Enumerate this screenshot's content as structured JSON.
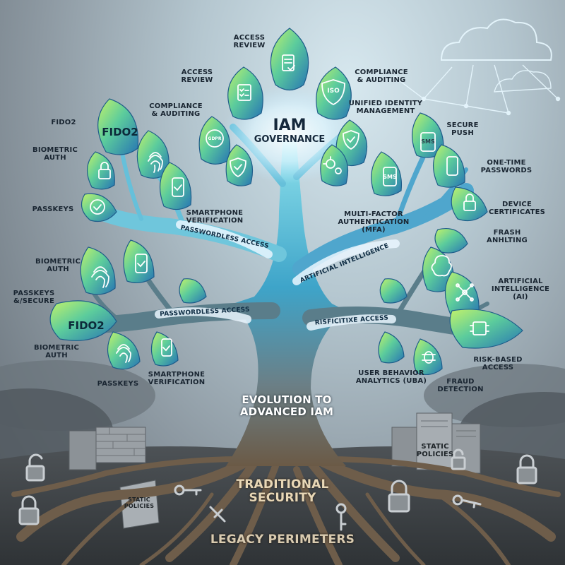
{
  "center": {
    "title": "IAM",
    "subtitle": "GOVERNANCE",
    "gdpr_badge": "GDPR",
    "iso_badge": "ISO"
  },
  "trunk_label": "EVOLUTION TO\nADVANCED IAM",
  "root_labels": {
    "traditional": "TRADITIONAL\nSECURITY",
    "legacy": "LEGACY PERIMETERS"
  },
  "branch_banners": {
    "passwordless_upper": "PASSWORDLESS ACCESS",
    "passwordless_lower": "PASSWORDLESS ACCESS",
    "ai": "ARTIFICIAL INTELLIGENCE",
    "risk": "RISFICITIXE ACCESS"
  },
  "leaf_text": {
    "fido_upper": "FIDO2",
    "fido_lower": "FIDO2",
    "sms_a": "SMS",
    "sms_b": "SMS"
  },
  "labels": {
    "access_review_top": "ACCESS\nREVIEW",
    "access_review_left": "ACCESS\nREVIEW",
    "compliance_right": "COMPLIANCE\n& AUDITING",
    "compliance_left": "COMPLIANCE\n& AUDITING",
    "unified_identity": "UNIFIED IDENTITY\nMANAGEMENT",
    "fido2": "FIDO2",
    "biometric_upper": "BIOMETRIC\nAUTH",
    "passkeys_upper": "PASSKEYS",
    "smartphone_upper": "SMARTPHONE\nVERIFICATION",
    "secure_push": "SECURE\nPUSH",
    "one_time_passwords": "ONE-TIME\nPASSWORDS",
    "device_certificates": "DEVICE\nCERTIFICATES",
    "mfa": "MULTI-FACTOR\nAUTHENTICATION\n(MFA)",
    "frash": "FRASH\nANHLTING",
    "biometric_mid": "BIOMETRIC\nAUTH",
    "passkeys_secure": "PASSKEYS\n&/SECURE",
    "artificial_intelligence": "ARTIFICIAL\nINTELLIGENCE\n(AI)",
    "biometric_lower": "BIOMETRIC\nAUTH",
    "passkeys_lower": "PASSKEYS",
    "smartphone_lower": "SMARTPHONE\nVERIFICATION",
    "uba": "USER BEHAVIOR\nANALYTICS (UBA)",
    "risk_based": "RISK-BASED\nACCESS",
    "fraud_detection": "FRAUD\nDETECTION",
    "static_right": "STATIC\nPOLICIES",
    "static_left": "STATIC\nPOLICIES"
  },
  "colors": {
    "leaf_light": "#bff06a",
    "leaf_mid": "#55c8a0",
    "leaf_dark": "#2a78b5",
    "trunk": "#4fb0cf",
    "root": "#6e5d4a"
  }
}
